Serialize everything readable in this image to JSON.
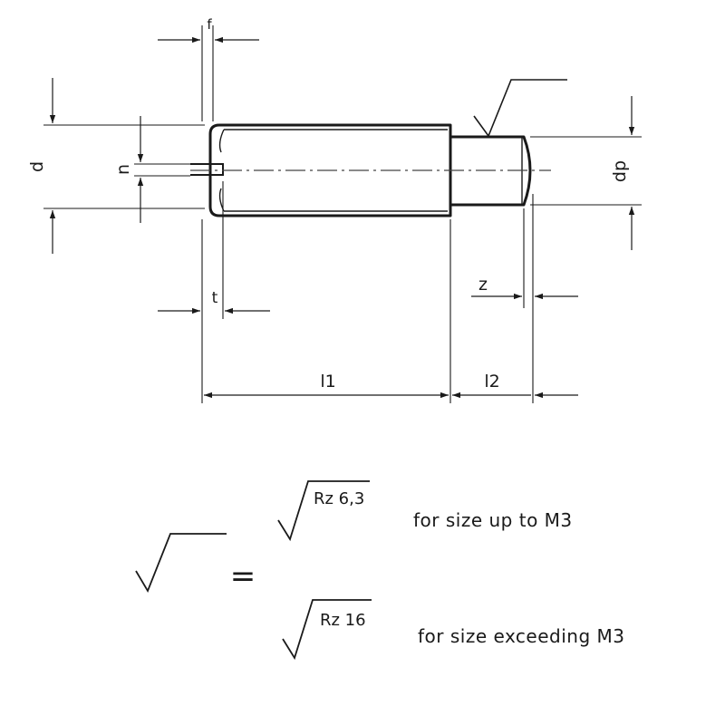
{
  "drawing": {
    "dimensions": {
      "d": "d",
      "n": "n",
      "f": "f",
      "t": "t",
      "dp": "dp",
      "z": "z",
      "l1": "l1",
      "l2": "l2"
    }
  },
  "legend": {
    "equals": "=",
    "option1": {
      "roughness": "Rz 6,3",
      "note": "for size up to M3"
    },
    "option2": {
      "roughness": "Rz 16",
      "note": "for size exceeding M3"
    }
  }
}
